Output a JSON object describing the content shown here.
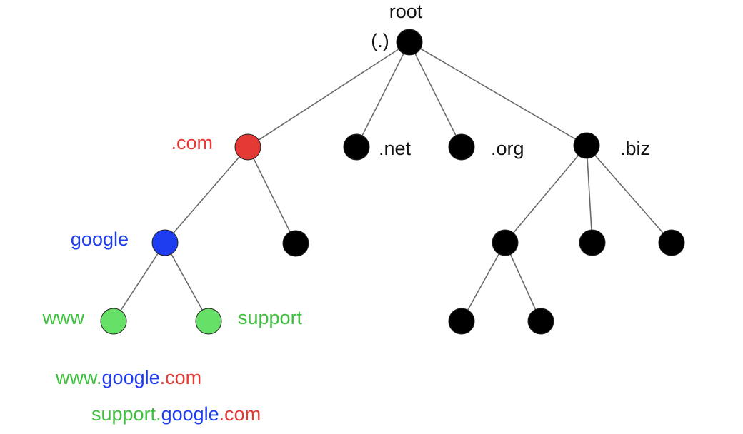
{
  "colors": {
    "black_node": "#000000",
    "com": "#e53935",
    "google": "#1e3cf0",
    "leaf_green": "#66e066",
    "text_dark": "#111111",
    "text_red": "#e53935",
    "text_blue": "#1e3cf0",
    "text_green": "#3fbf3f"
  },
  "labels": {
    "root": "root",
    "root_dot": "(.)",
    "com": ".com",
    "net": ".net",
    "org": ".org",
    "biz": ".biz",
    "google": "google",
    "www": "www",
    "support": "support"
  },
  "examples": {
    "www_fqdn": {
      "sub": "www",
      "dot1": ".",
      "domain": "google",
      "tld": ".com"
    },
    "support_fqdn": {
      "sub": "support",
      "dot1": ".",
      "domain": "google",
      "tld": ".com"
    }
  }
}
